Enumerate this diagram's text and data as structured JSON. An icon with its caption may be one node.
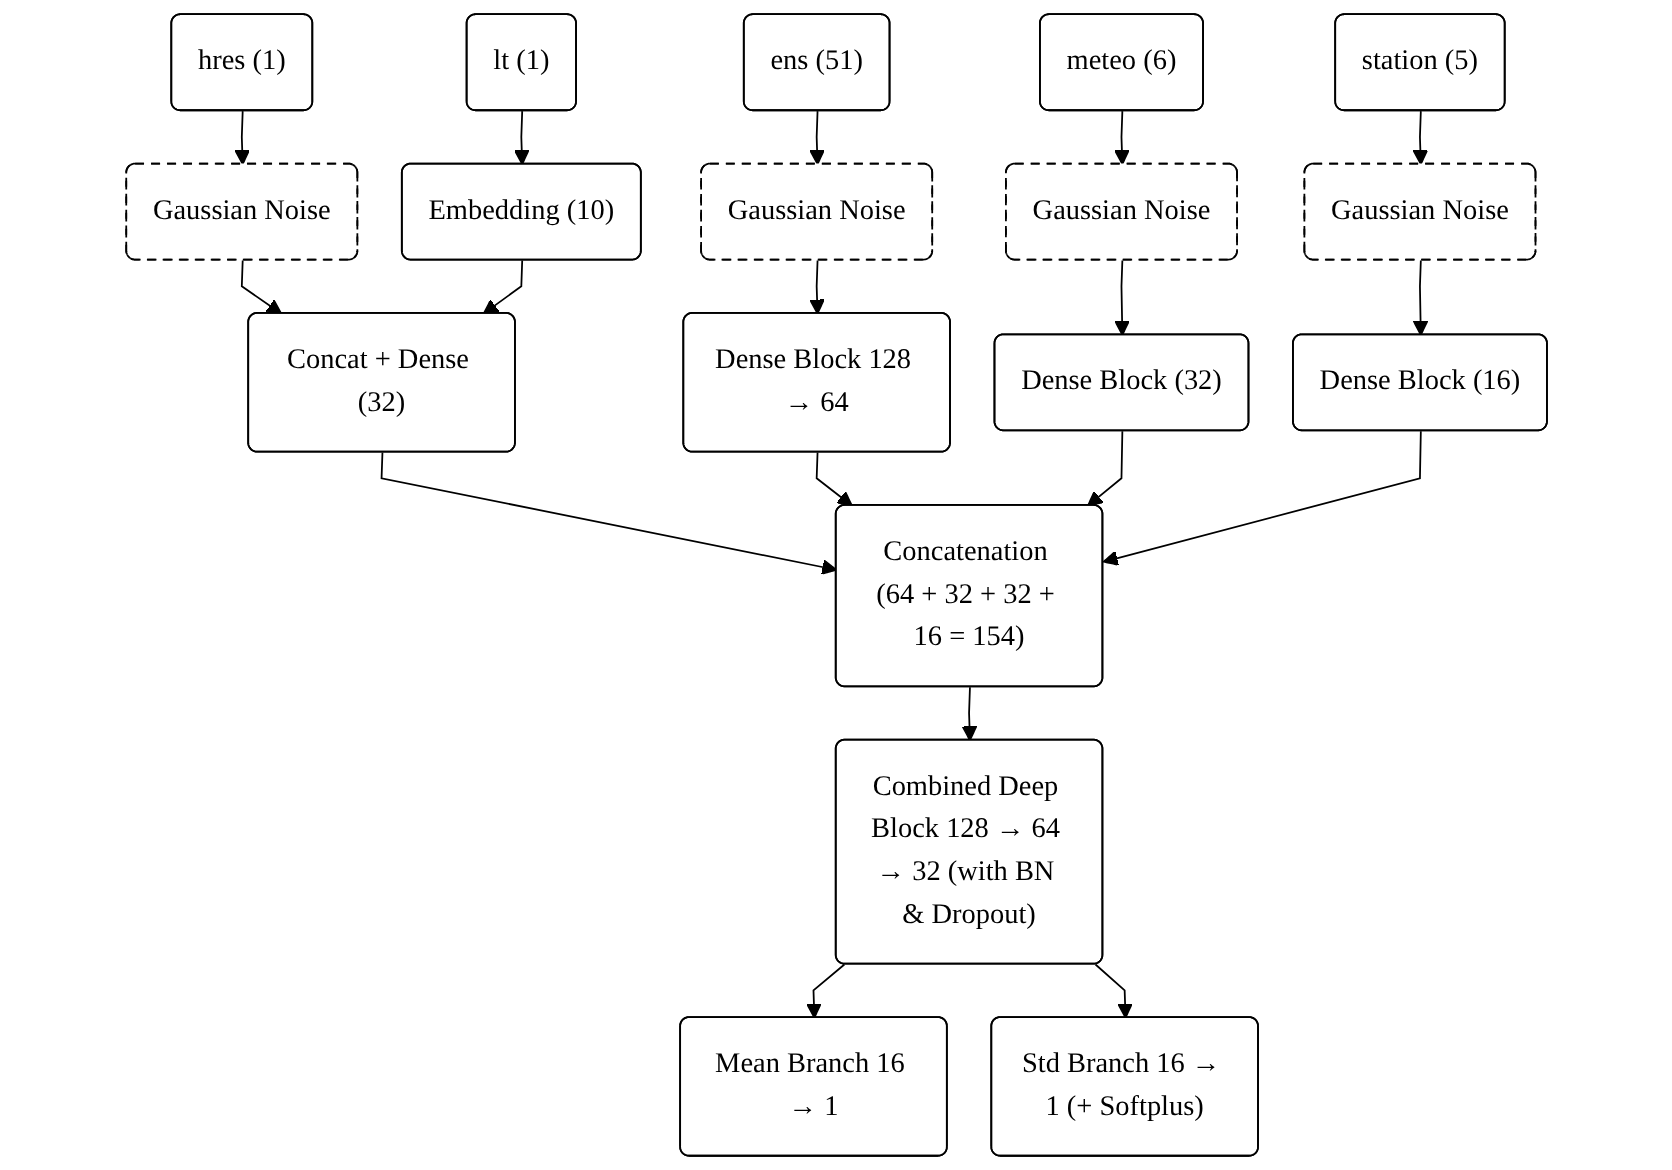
{
  "diagram": {
    "nodes": [
      {
        "text": [
          "lt (1)"
        ]
      },
      {
        "text": [
          "hres (1)"
        ]
      },
      {
        "text": [
          "ens (51)"
        ]
      },
      {
        "text": [
          "meteo (6)"
        ]
      },
      {
        "text": [
          "station (5)"
        ]
      },
      {
        "text": [
          "Gaussian Noise"
        ]
      },
      {
        "text": [
          "Gaussian Noise"
        ]
      },
      {
        "text": [
          "Gaussian Noise"
        ]
      },
      {
        "text": [
          "Gaussian Noise"
        ]
      },
      {
        "text": [
          "Embedding (10)"
        ]
      },
      {
        "text": [
          "Concat + Dense (32)"
        ]
      },
      {
        "text": [
          "Dense Block 128 → 64"
        ]
      },
      {
        "text": [
          "Dense Block (32)"
        ]
      },
      {
        "text": [
          "Dense Block (16)"
        ]
      },
      {
        "text": [
          "Concatenation (64 + 32 + 32 + 16 = 154)"
        ]
      },
      {
        "text": [
          "Combined Deep Block 128 → 64 → 32 (with BN & Dropout)"
        ]
      },
      {
        "text": [
          "Mean Branch 16 → 1"
        ]
      },
      {
        "text": [
          "Std Branch 16 → 1 (+ Softplus)"
        ]
      }
    ],
    "edges": [
      {
        "from": 0,
        "to": 9,
        "arrow": "to"
      },
      {
        "from": 1,
        "to": 5,
        "arrow": "to"
      },
      {
        "from": 2,
        "to": 6,
        "arrow": "to"
      },
      {
        "from": 3,
        "to": 7,
        "arrow": "to"
      },
      {
        "from": 4,
        "to": 8,
        "arrow": "to"
      },
      {
        "from": 5,
        "to": 10,
        "arrow": "to"
      },
      {
        "from": 6,
        "to": 11,
        "arrow": "to"
      },
      {
        "from": 7,
        "to": 12,
        "arrow": "to"
      },
      {
        "from": 8,
        "to": 13,
        "arrow": "to"
      },
      {
        "from": 9,
        "to": 10,
        "arrow": "to"
      },
      {
        "from": 10,
        "to": 14,
        "arrow": "to"
      },
      {
        "from": 11,
        "to": 14,
        "arrow": "to"
      },
      {
        "from": 12,
        "to": 14,
        "arrow": "to"
      },
      {
        "from": 13,
        "to": 14,
        "arrow": "to"
      },
      {
        "from": 14,
        "to": 15,
        "arrow": "to"
      },
      {
        "from": 15,
        "to": 16,
        "arrow": "to"
      },
      {
        "from": 15,
        "to": 17,
        "arrow": "to"
      }
    ]
  }
}
